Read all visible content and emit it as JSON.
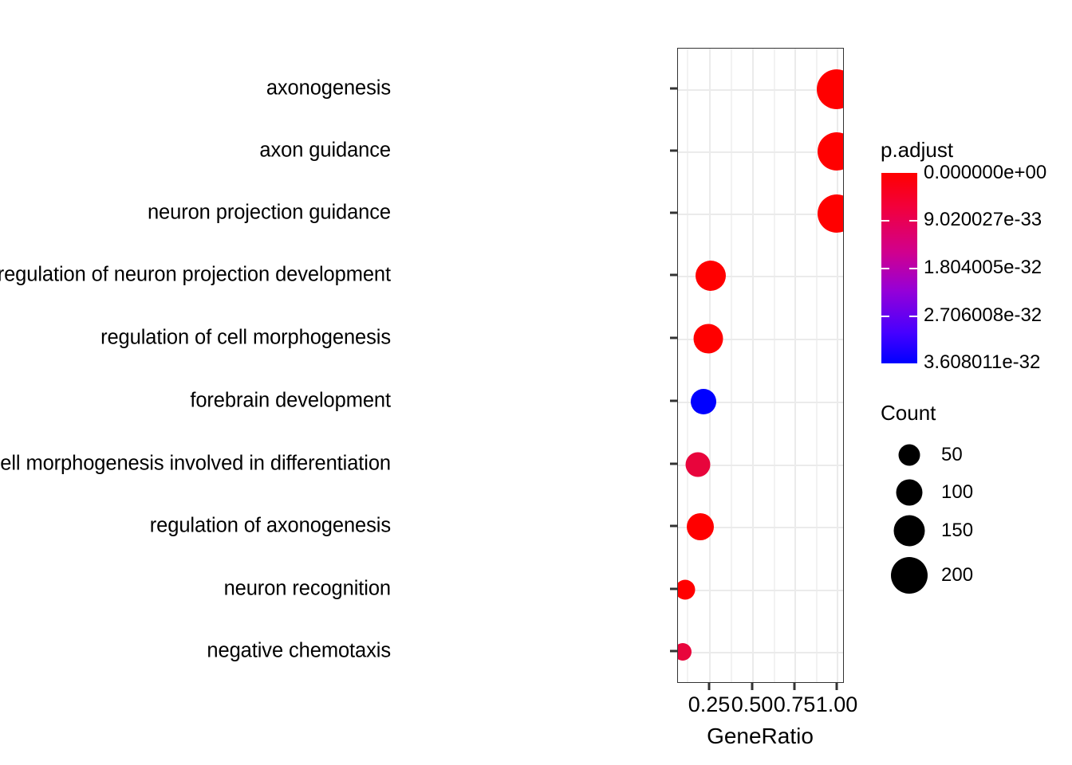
{
  "chart_data": {
    "type": "scatter",
    "plot_kind": "dotplot",
    "title": "",
    "xlabel": "GeneRatio",
    "ylabel": "",
    "xlim": [
      0.12,
      1.04
    ],
    "xticks": [
      0.25,
      0.5,
      0.75,
      1.0
    ],
    "xticklabels": [
      "0.25",
      "0.50",
      "0.75",
      "1.00"
    ],
    "grid": true,
    "categories": [
      "axonogenesis",
      "axon guidance",
      "neuron projection guidance",
      "regulation of neuron projection development",
      "regulation of cell morphogenesis",
      "forebrain development",
      "regulation of cell morphogenesis involved in differentiation",
      "regulation of axonogenesis",
      "neuron recognition",
      "negative chemotaxis"
    ],
    "gene_ratio": [
      1.0,
      1.0,
      1.0,
      0.26,
      0.27,
      0.2,
      0.17,
      0.18,
      0.14,
      0.13
    ],
    "count": [
      216,
      198,
      196,
      131,
      128,
      100,
      98,
      110,
      70,
      58
    ],
    "p_adjust": [
      0.0,
      0.0,
      0.0,
      0.0,
      0.0,
      3.608011e-32,
      4e-33,
      0.0,
      0.0,
      3.5e-33
    ],
    "point_colors": [
      "#ff0000",
      "#ff0000",
      "#ff0000",
      "#ff0000",
      "#ff0000",
      "#0000ff",
      "#e8053c",
      "#ff0000",
      "#ff0000",
      "#e8053c"
    ],
    "legend_position": "right"
  },
  "axes": {
    "x_title": "GeneRatio",
    "x_ticklabels": [
      "0.25",
      "0.50",
      "0.75",
      "1.00"
    ],
    "y_ticklabels": [
      "axonogenesis",
      "axon guidance",
      "neuron projection guidance",
      "regulation of neuron projection development",
      "regulation of cell morphogenesis",
      "forebrain development",
      "regulation of cell morphogenesis involved in differentiation",
      "regulation of axonogenesis",
      "neuron recognition",
      "negative chemotaxis"
    ]
  },
  "legends": {
    "padjust": {
      "title": "p.adjust",
      "labels": [
        "0.000000e+00",
        "9.020027e-33",
        "1.804005e-32",
        "2.706008e-32",
        "3.608011e-32"
      ],
      "color_high": "#ff0000",
      "color_low": "#0000ff"
    },
    "count": {
      "title": "Count",
      "labels": [
        "50",
        "100",
        "150",
        "200"
      ],
      "dot_color": "#000000"
    }
  },
  "colors": {
    "panel_border": "#333333",
    "gridline": "#ebebeb",
    "background": "#ffffff",
    "text": "#000000"
  }
}
